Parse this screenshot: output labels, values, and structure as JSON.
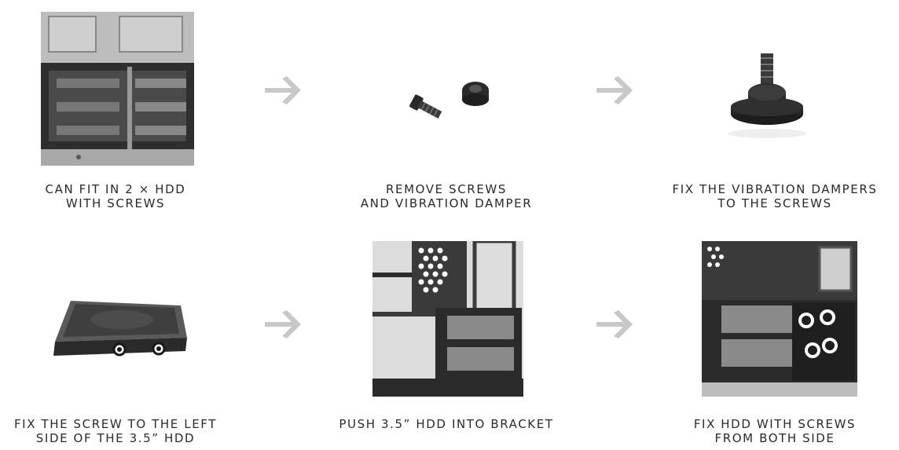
{
  "steps": [
    {
      "id": "step1",
      "lines": [
        "CAN FIT IN 2 × HDD",
        "WITH SCREWS"
      ],
      "image": "hdd-cage-photo"
    },
    {
      "id": "step2",
      "lines": [
        "REMOVE SCREWS",
        "AND VIBRATION DAMPER"
      ],
      "image": "screw-and-damper-photo"
    },
    {
      "id": "step3",
      "lines": [
        "FIX THE VIBRATION DAMPERS",
        "TO THE SCREWS"
      ],
      "image": "damper-on-screw-photo"
    },
    {
      "id": "step4",
      "lines": [
        "FIX THE SCREW TO THE LEFT",
        "SIDE OF THE 3.5” HDD"
      ],
      "image": "hdd-with-screws-photo"
    },
    {
      "id": "step5",
      "lines": [
        "PUSH 3.5” HDD INTO BRACKET"
      ],
      "image": "hdd-in-bracket-photo"
    },
    {
      "id": "step6",
      "lines": [
        "FIX HDD WITH SCREWS",
        "FROM BOTH SIDE"
      ],
      "image": "hdd-fixed-photo"
    }
  ],
  "arrows": [
    "arrow-right-icon",
    "arrow-right-icon",
    "arrow-right-icon",
    "arrow-right-icon"
  ],
  "colors": {
    "text": "#2a2a2a",
    "arrow": "#c8c8c8",
    "highlight": "#ffffff",
    "metal": "#3a3a3a"
  }
}
